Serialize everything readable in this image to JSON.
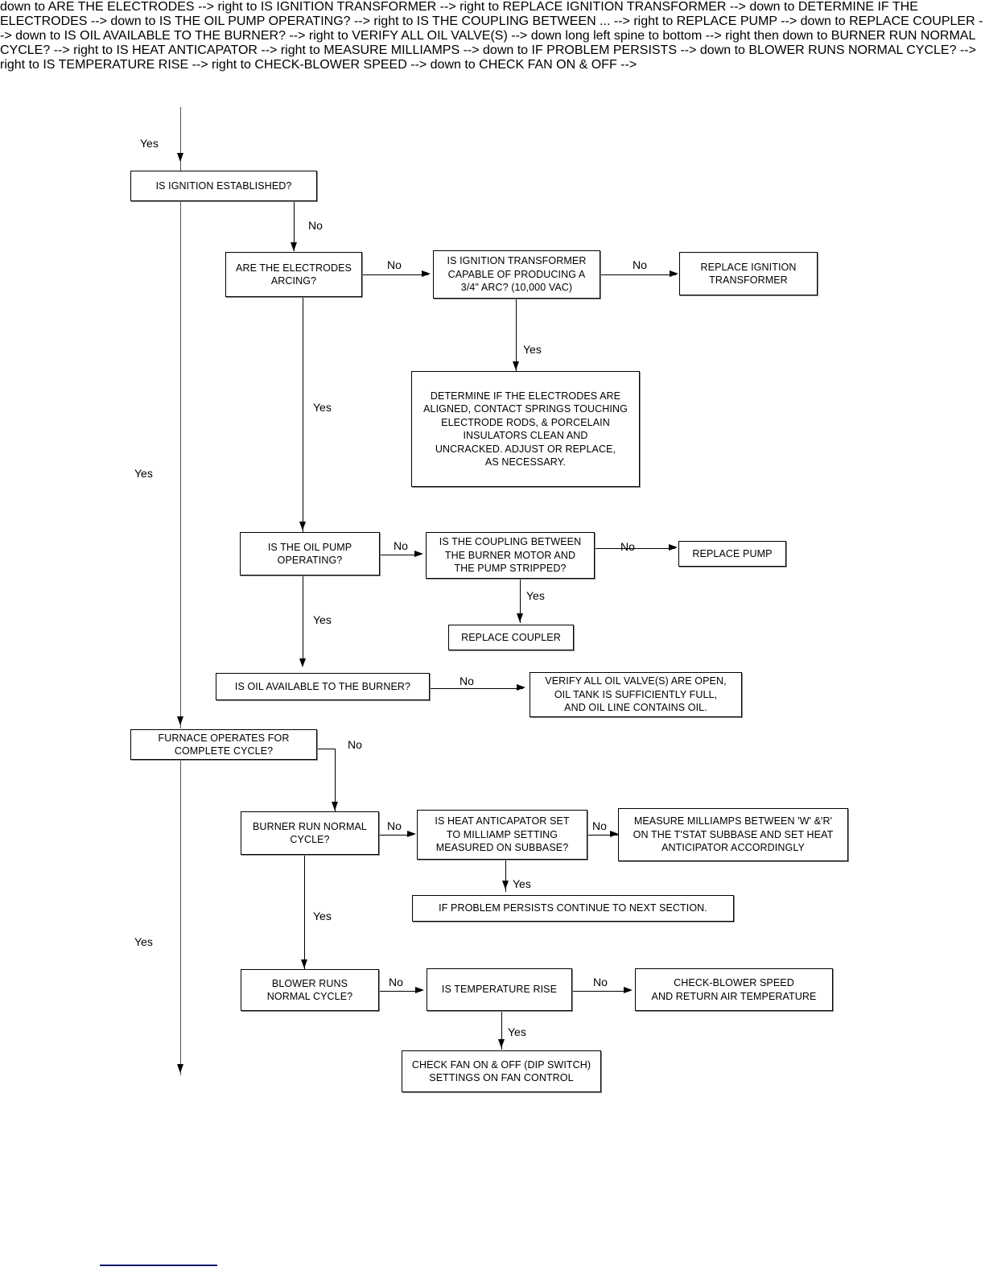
{
  "document": {
    "type": "troubleshooting-flowchart",
    "title": "Oil Furnace Ignition and Operation Troubleshooting Flowchart"
  },
  "nodes": {
    "ignition_established": "IS IGNITION ESTABLISHED?",
    "electrodes_arcing": "ARE THE ELECTRODES\nARCING?",
    "ignition_transformer": "IS IGNITION TRANSFORMER\nCAPABLE OF PRODUCING A\n3/4\" ARC? (10,000 VAC)",
    "replace_transformer": "REPLACE IGNITION\nTRANSFORMER",
    "determine_electrodes": "DETERMINE IF THE ELECTRODES ARE\nALIGNED, CONTACT SPRINGS TOUCHING\nELECTRODE RODS, & PORCELAIN\nINSULATORS CLEAN AND\nUNCRACKED.  ADJUST OR REPLACE,\nAS NECESSARY.",
    "oil_pump_operating": "IS THE OIL PUMP\nOPERATING?",
    "coupling_stripped": "IS THE COUPLING BETWEEN\nTHE BURNER MOTOR AND\nTHE PUMP STRIPPED?",
    "replace_pump": "REPLACE PUMP",
    "replace_coupler": "REPLACE COUPLER",
    "oil_available": "IS OIL AVAILABLE TO THE BURNER?",
    "verify_oil": "VERIFY ALL OIL VALVE(S) ARE OPEN,\nOIL TANK IS SUFFICIENTLY FULL,\nAND OIL LINE CONTAINS OIL.",
    "furnace_complete_cycle": "FURNACE OPERATES FOR\nCOMPLETE CYCLE?",
    "burner_run_normal": "BURNER RUN NORMAL\nCYCLE?",
    "heat_anticapator": "IS HEAT ANTICAPATOR SET\nTO MILLIAMP SETTING\nMEASURED ON SUBBASE?",
    "measure_milliamps": "MEASURE MILLIAMPS BETWEEN 'W' &'R'\nON THE T'STAT SUBBASE AND SET HEAT\nANTICIPATOR ACCORDINGLY",
    "problem_persists": "IF PROBLEM PERSISTS CONTINUE TO NEXT  SECTION.",
    "blower_runs_normal": "BLOWER RUNS\nNORMAL CYCLE?",
    "temperature_rise": "IS TEMPERATURE RISE",
    "check_blower_speed": "CHECK-BLOWER SPEED\nAND RETURN AIR TEMPERATURE",
    "check_fan_dip": "CHECK FAN ON & OFF (DIP SWITCH)\nSETTINGS ON FAN CONTROL"
  },
  "edge_labels": {
    "yes_top_left": "Yes",
    "no_ignition": "No",
    "no_electrodes": "No",
    "no_transformer": "No",
    "yes_transformer": "Yes",
    "yes_electrodes_down": "Yes",
    "yes_left_mid": "Yes",
    "no_oil_pump": "No",
    "no_coupling": "No",
    "yes_coupling": "Yes",
    "yes_oil_pump_down": "Yes",
    "no_oil_available": "No",
    "no_furnace": "No",
    "no_burner": "No",
    "no_anticapator": "No",
    "yes_anticapator": "Yes",
    "yes_burner_down": "Yes",
    "yes_left_bottom": "Yes",
    "no_blower": "No",
    "no_temp_rise": "No",
    "yes_temp_rise": "Yes"
  },
  "colors": {
    "line": "#000000",
    "box_border": "#000000",
    "text": "#000000",
    "footer_rule": "#0d1a6b",
    "background": "#ffffff"
  }
}
